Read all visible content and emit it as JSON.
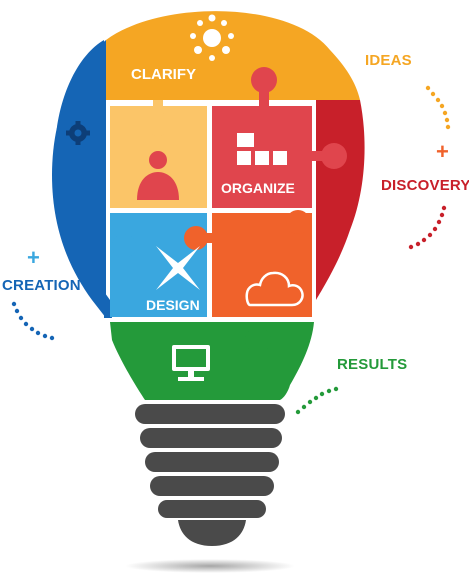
{
  "pieces": {
    "clarify": {
      "label": "CLARIFY",
      "icon": "sparkle-dots-icon"
    },
    "person": {
      "icon": "person-icon"
    },
    "organize": {
      "label": "ORGANIZE",
      "icon": "blocks-icon"
    },
    "design": {
      "label": "DESIGN",
      "icon": "x-star-icon"
    },
    "cloud": {
      "icon": "cloud-icon"
    },
    "creation_side": {
      "icon": "gear-icon"
    },
    "results_base": {
      "icon": "monitor-icon"
    }
  },
  "labels": {
    "ideas": "IDEAS",
    "discovery": "DISCOVERY",
    "creation": "CREATION",
    "results": "RESULTS",
    "plus": "+"
  },
  "colors": {
    "yellow": "#F5A623",
    "light_yellow": "#FBC568",
    "red_left": "#E0454D",
    "red_right": "#C8202A",
    "blue_dark": "#1565B5",
    "blue_light": "#3AA7DF",
    "orange": "#F0622B",
    "green": "#249A3A",
    "screw": "#4A4A4A",
    "ideas": "#F5A623",
    "discovery": "#C8202A",
    "creation": "#1565B5",
    "results": "#249A3A"
  }
}
